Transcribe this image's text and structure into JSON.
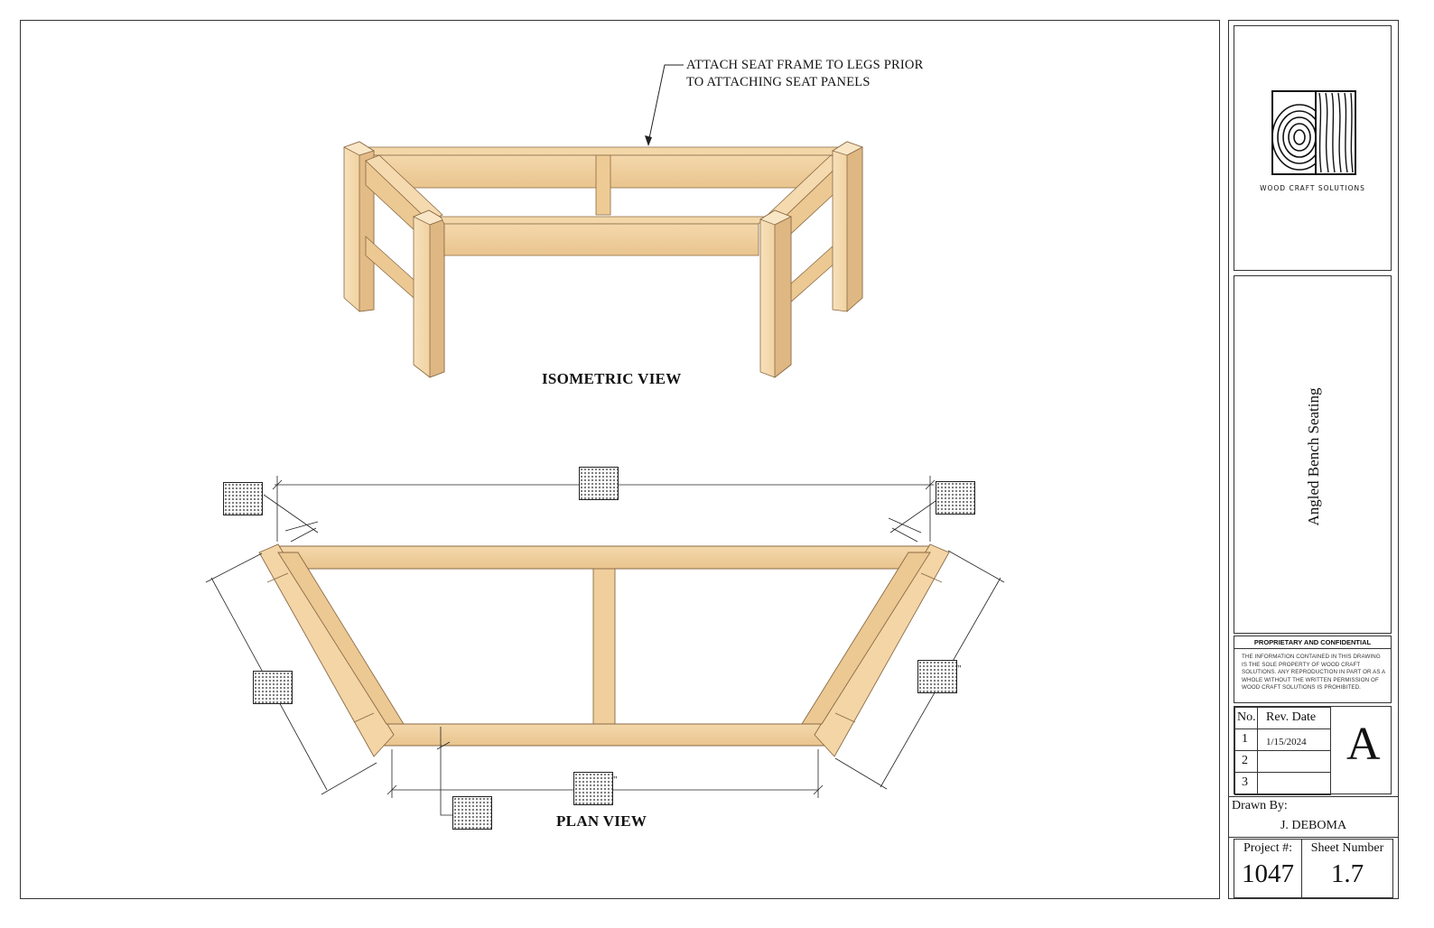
{
  "annotation": {
    "line1": "ATTACH SEAT FRAME TO LEGS PRIOR",
    "line2": "TO ATTACHING SEAT PANELS"
  },
  "views": {
    "isometric_label": "ISOMETRIC VIEW",
    "plan_label": "PLAN VIEW"
  },
  "plan_dimension_marks": {
    "right_angled_side": "\"",
    "bottom_width": "\""
  },
  "title_block": {
    "company": "WOOD CRAFT SOLUTIONS",
    "drawing_title": "Angled Bench Seating",
    "confidential": {
      "heading": "PROPRIETARY AND CONFIDENTIAL",
      "body": "THE INFORMATION CONTAINED IN THIS DRAWING IS THE SOLE PROPERTY OF WOOD CRAFT SOLUTIONS. ANY REPRODUCTION IN PART OR AS A WHOLE WITHOUT THE WRITTEN PERMISSION OF WOOD CRAFT SOLUTIONS IS PROHIBITED."
    },
    "revisions": {
      "col_no": "No.",
      "col_date": "Rev. Date",
      "rows": [
        {
          "no": "1",
          "date": "1/15/2024"
        },
        {
          "no": "2",
          "date": ""
        },
        {
          "no": "3",
          "date": ""
        }
      ],
      "rev_letter": "A"
    },
    "drawn_by_label": "Drawn By:",
    "drawn_by": "J. DEBOMA",
    "project_label": "Project #:",
    "project_number": "1047",
    "sheet_label": "Sheet Number",
    "sheet_number": "1.7"
  },
  "colors": {
    "wood_light": "#f6ddb4",
    "wood_mid": "#eecb94",
    "wood_dark": "#d9b07a",
    "outline": "#7a5a35"
  }
}
